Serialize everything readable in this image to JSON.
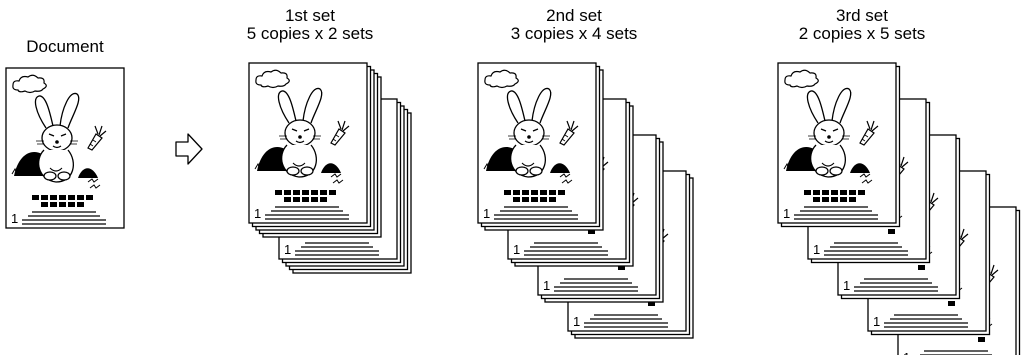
{
  "document": {
    "label": "Document",
    "page_number": "1"
  },
  "sets": [
    {
      "title": "1st set",
      "subtitle": "5 copies x 2 sets",
      "copies": 5,
      "sets": 2
    },
    {
      "title": "2nd set",
      "subtitle": "3 copies x 4 sets",
      "copies": 3,
      "sets": 4
    },
    {
      "title": "3rd set",
      "subtitle": "2 copies x 5 sets",
      "copies": 2,
      "sets": 5
    }
  ],
  "icons": {
    "arrow": "arrow-right-icon",
    "illustration": "rabbit-with-carrot-illustration"
  },
  "colors": {
    "stroke": "#000000",
    "paper": "#ffffff"
  }
}
